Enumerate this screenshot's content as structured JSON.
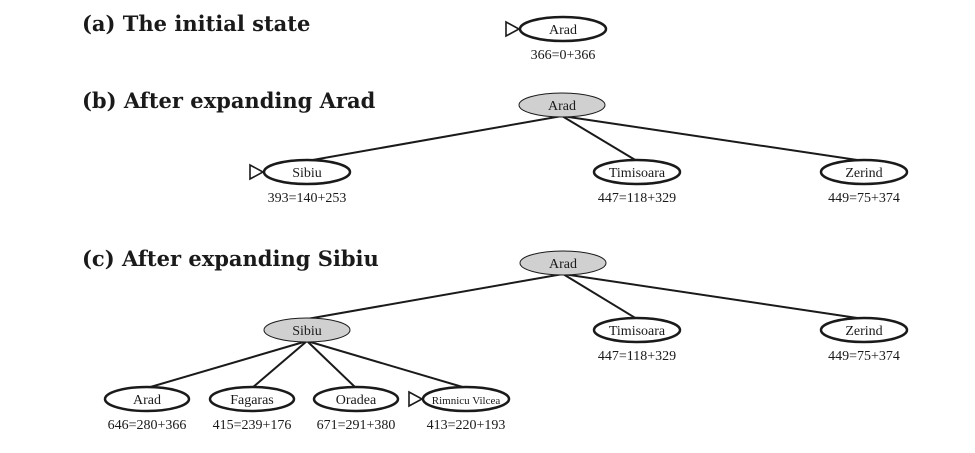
{
  "panels": [
    {
      "label": "(a) The initial state",
      "nodes": [
        {
          "name": "Arad",
          "f": "366=0+366",
          "state": "open",
          "marker": true
        }
      ],
      "edges": []
    },
    {
      "label": "(b) After expanding Arad",
      "nodes": [
        {
          "name": "Arad",
          "f": "",
          "state": "expanded",
          "marker": false
        },
        {
          "name": "Sibiu",
          "f": "393=140+253",
          "state": "open",
          "marker": true
        },
        {
          "name": "Timisoara",
          "f": "447=118+329",
          "state": "open",
          "marker": false
        },
        {
          "name": "Zerind",
          "f": "449=75+374",
          "state": "open",
          "marker": false
        }
      ],
      "edges": [
        [
          0,
          1
        ],
        [
          0,
          2
        ],
        [
          0,
          3
        ]
      ]
    },
    {
      "label": "(c) After expanding Sibiu",
      "nodes": [
        {
          "name": "Arad",
          "f": "",
          "state": "expanded",
          "marker": false
        },
        {
          "name": "Sibiu",
          "f": "",
          "state": "expanded",
          "marker": false
        },
        {
          "name": "Timisoara",
          "f": "447=118+329",
          "state": "open",
          "marker": false
        },
        {
          "name": "Zerind",
          "f": "449=75+374",
          "state": "open",
          "marker": false
        },
        {
          "name": "Arad",
          "f": "646=280+366",
          "state": "open",
          "marker": false
        },
        {
          "name": "Fagaras",
          "f": "415=239+176",
          "state": "open",
          "marker": false
        },
        {
          "name": "Oradea",
          "f": "671=291+380",
          "state": "open",
          "marker": false
        },
        {
          "name": "Rimnicu Vilcea",
          "f": "413=220+193",
          "state": "open",
          "marker": true
        }
      ],
      "edges": [
        [
          0,
          1
        ],
        [
          0,
          2
        ],
        [
          0,
          3
        ],
        [
          1,
          4
        ],
        [
          1,
          5
        ],
        [
          1,
          6
        ],
        [
          1,
          7
        ]
      ]
    }
  ]
}
